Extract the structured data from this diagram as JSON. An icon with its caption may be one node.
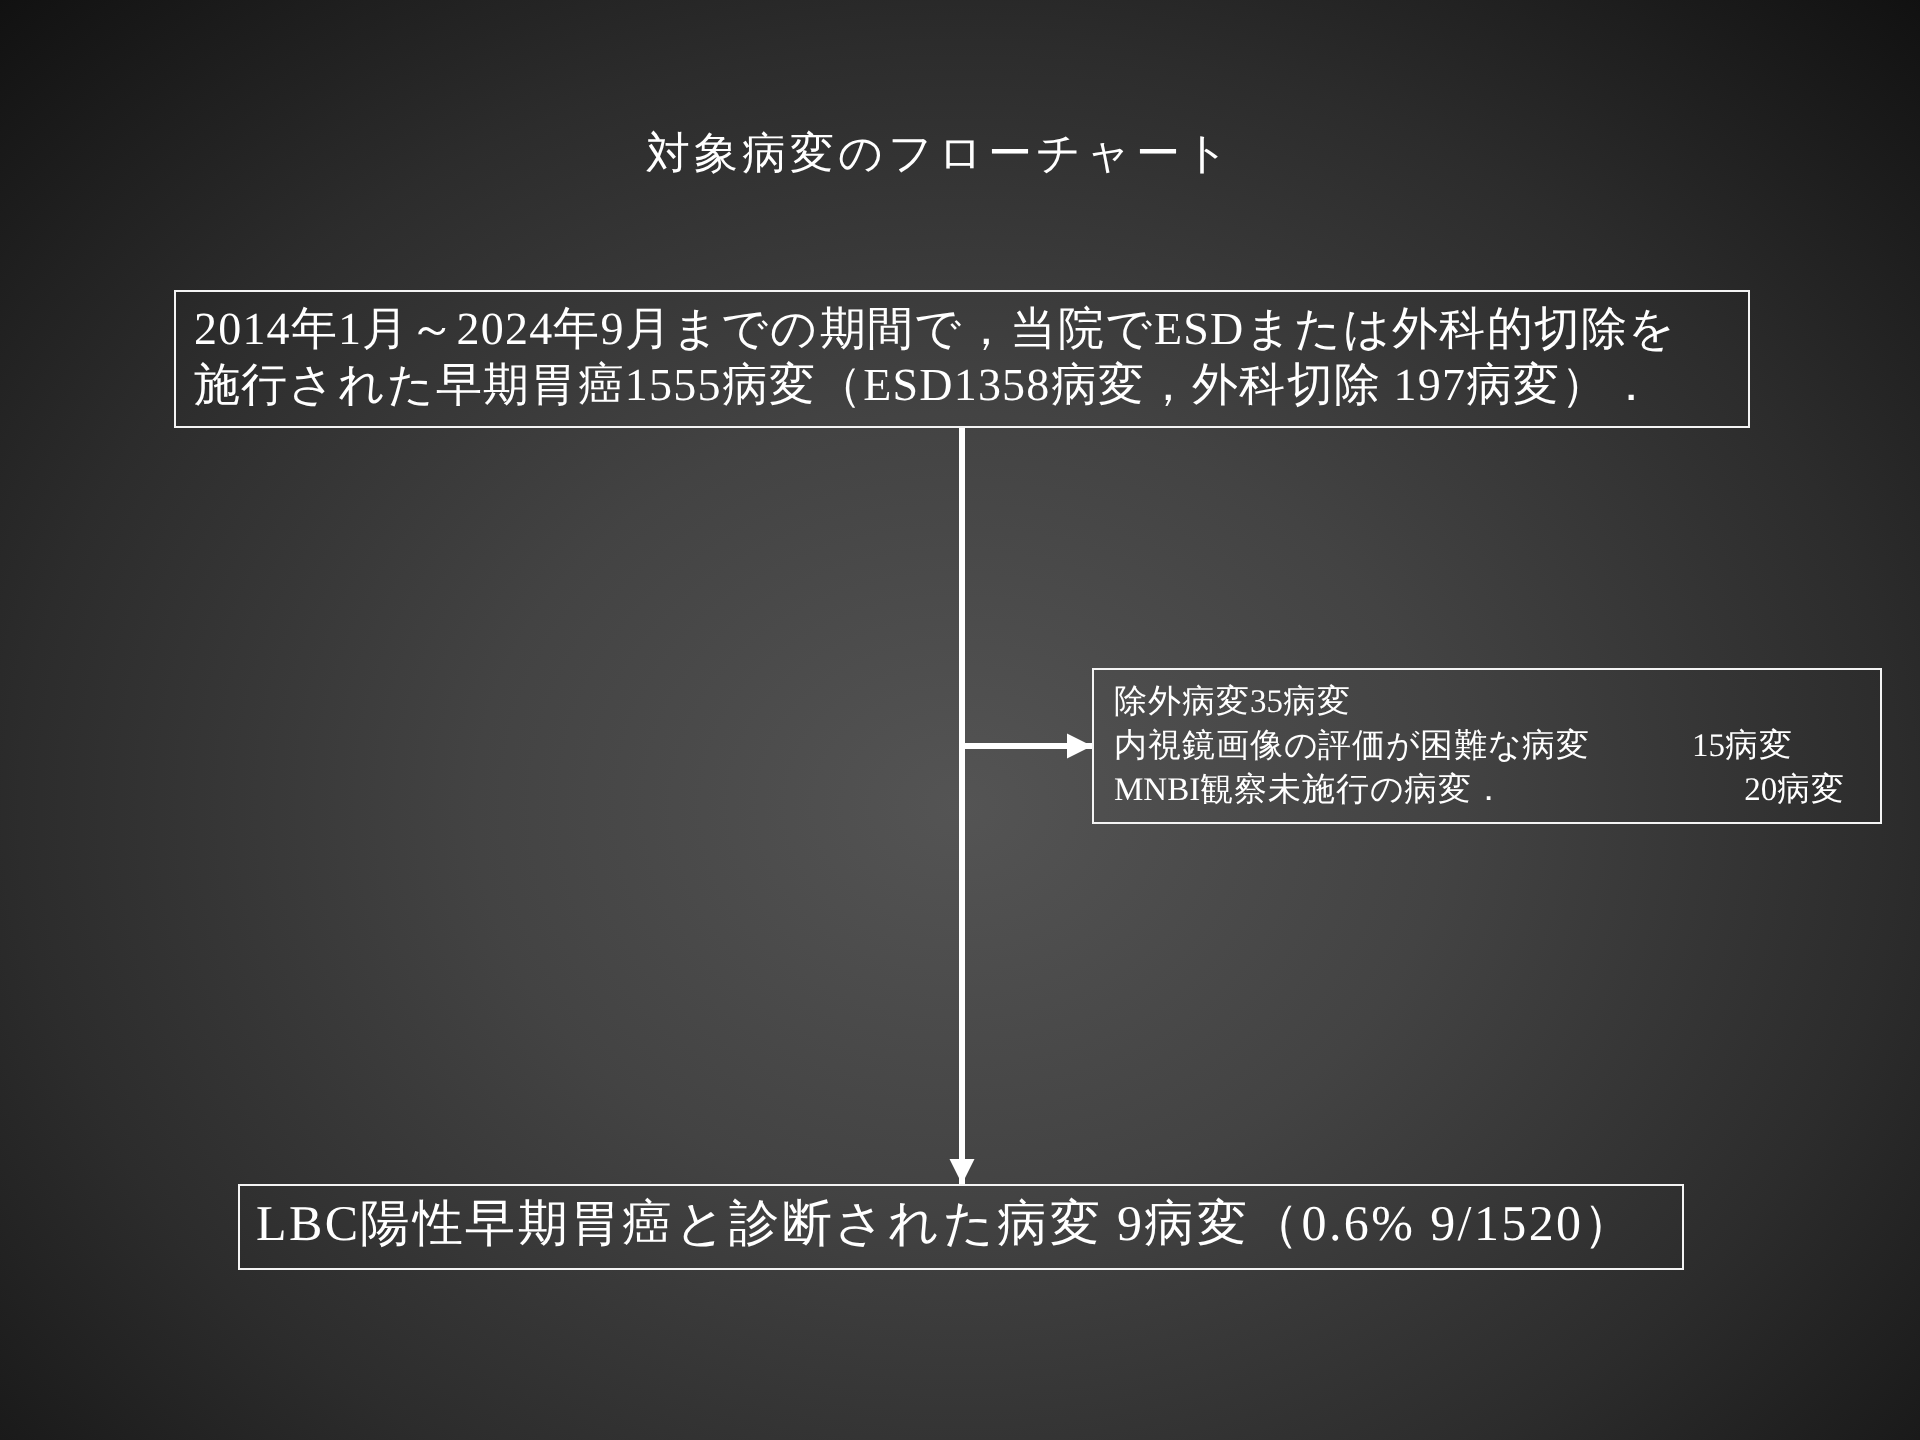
{
  "diagram": {
    "title": "対象病変のフローチャート",
    "nodes": [
      {
        "text": [
          "2014年1月～2024年9月までの期間で，当院でESDまたは外科的切除を施行された早期胃癌1555病変（ESD1358病変，外科切除 197病変）．"
        ]
      },
      {
        "text": [
          "除外病変35病変",
          "内視鏡画像の評価が困難な病変　　　15病変",
          "MNBI観察未施行の病変．　　　　　　　20病変"
        ]
      },
      {
        "text": [
          "LBC陽性早期胃癌と診断された病変 9病変（0.6% 9/1520）"
        ]
      }
    ],
    "edges": [
      {
        "from": 0,
        "to": 2,
        "arrow": "to"
      },
      {
        "from": 0,
        "to": 1,
        "arrow": "to"
      }
    ]
  }
}
